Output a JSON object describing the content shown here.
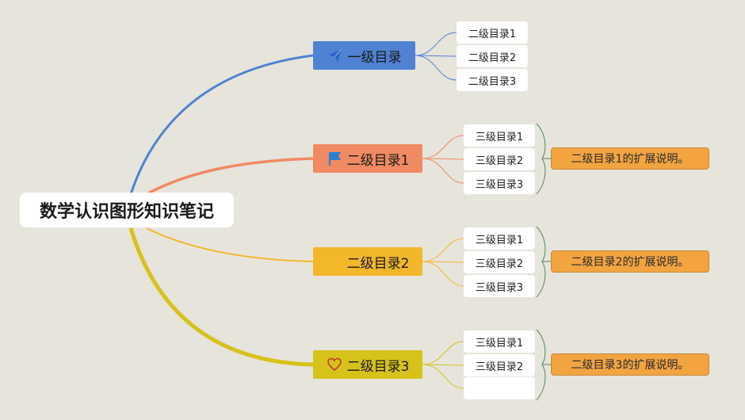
{
  "root": {
    "label": "数学认识图形知识笔记"
  },
  "colors": {
    "background": "#e7e4dc",
    "branch1": "#4f82d2",
    "branch2": "#f08a63",
    "branch3": "#f3b72c",
    "branch4": "#d6c21a",
    "note_fill": "#f2a441",
    "bracket": "#4d8a5e"
  },
  "branches": [
    {
      "label": "一级目录",
      "icon": "paper-plane-icon",
      "children": [
        "二级目录1",
        "二级目录2",
        "二级目录3"
      ]
    },
    {
      "label": "二级目录1",
      "icon": "flag-icon",
      "children": [
        "三级目录1",
        "三级目录2",
        "三级目录3"
      ],
      "note": "二级目录1的扩展说明。"
    },
    {
      "label": "二级目录2",
      "icon": "",
      "children": [
        "三级目录1",
        "三级目录2",
        "三级目录3"
      ],
      "note": "二级目录2的扩展说明。"
    },
    {
      "label": "二级目录3",
      "icon": "heart-icon",
      "children": [
        "三级目录1",
        "三级目录2",
        ""
      ],
      "note": "二级目录3的扩展说明。"
    }
  ]
}
